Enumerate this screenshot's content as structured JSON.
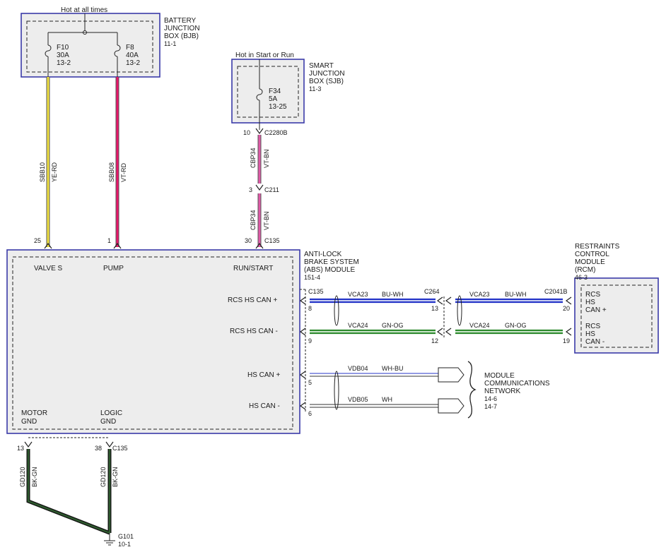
{
  "bjb": {
    "hot_label": "Hot at all times",
    "name_lines": [
      "BATTERY",
      "JUNCTION",
      "BOX (BJB)"
    ],
    "ref": "11-1",
    "fuse1": {
      "id": "F10",
      "rating": "30A",
      "ref": "13-2"
    },
    "fuse2": {
      "id": "F8",
      "rating": "40A",
      "ref": "13-2"
    }
  },
  "sjb": {
    "hot_label": "Hot in Start or Run",
    "name_lines": [
      "SMART",
      "JUNCTION",
      "BOX (SJB)"
    ],
    "ref": "11-3",
    "fuse": {
      "id": "F34",
      "rating": "5A",
      "ref": "13-25"
    }
  },
  "wires": {
    "valves": {
      "circuit": "SBB10",
      "color": "YE-RD",
      "pin": "25",
      "hex": "#f0e040"
    },
    "pump": {
      "circuit": "SBB08",
      "color": "VT-RD",
      "pin": "1",
      "hex": "#e8166a"
    },
    "runstart_upper": {
      "circuit": "CBP34",
      "color": "VT-BN",
      "hex": "#e05aa8"
    },
    "runstart_lower": {
      "circuit": "CBP34",
      "color": "VT-BN",
      "hex": "#e05aa8"
    },
    "gnd_motor": {
      "circuit": "GD120",
      "color": "BK-GN",
      "pin": "13",
      "hex": "#1f3a1f"
    },
    "gnd_logic": {
      "circuit": "GD120",
      "color": "BK-GN",
      "pin": "38",
      "hex": "#1f3a1f"
    },
    "rcs_can_plus_left": {
      "circuit": "VCA23",
      "color": "BU-WH",
      "pin_left": "8",
      "pin_right": "13",
      "hex": "#2434c8"
    },
    "rcs_can_plus_right": {
      "circuit": "VCA23",
      "color": "BU-WH",
      "pin_right": "20"
    },
    "rcs_can_minus_left": {
      "circuit": "VCA24",
      "color": "GN-OG",
      "pin_left": "9",
      "pin_right": "12",
      "hex": "#2e8a2e"
    },
    "rcs_can_minus_right": {
      "circuit": "VCA24",
      "color": "GN-OG",
      "pin_right": "19"
    },
    "hs_can_plus": {
      "circuit": "VDB04",
      "color": "WH-BU",
      "pin": "5"
    },
    "hs_can_minus": {
      "circuit": "VDB05",
      "color": "WH",
      "pin": "6"
    }
  },
  "connectors": {
    "c2280b": {
      "label": "C2280B",
      "pin": "10"
    },
    "c211": {
      "label": "C211",
      "pin": "3"
    },
    "c135_top": {
      "label": "C135",
      "pin": "30"
    },
    "c135_side": {
      "label": "C135"
    },
    "c264": {
      "label": "C264"
    },
    "c2041b": {
      "label": "C2041B"
    },
    "c135_bottom": {
      "label": "C135"
    }
  },
  "abs": {
    "name_lines": [
      "ANTI-LOCK",
      "BRAKE SYSTEM",
      "(ABS) MODULE"
    ],
    "ref": "151-4",
    "pins": {
      "valves": "VALVE S",
      "pump": "PUMP",
      "runstart": "RUN/START",
      "rcs_can_plus": "RCS HS CAN +",
      "rcs_can_minus": "RCS HS CAN -",
      "hs_can_plus": "HS CAN +",
      "hs_can_minus": "HS CAN -",
      "motor_gnd": [
        "MOTOR",
        "GND"
      ],
      "logic_gnd": [
        "LOGIC",
        "GND"
      ]
    }
  },
  "rcm": {
    "name_lines": [
      "RESTRAINTS",
      "CONTROL",
      "MODULE",
      "(RCM)"
    ],
    "ref": "46-3",
    "pin_plus": [
      "RCS",
      "HS",
      "CAN +"
    ],
    "pin_minus": [
      "RCS",
      "HS",
      "CAN -"
    ]
  },
  "network": {
    "name_lines": [
      "MODULE",
      "COMMUNICATIONS",
      "NETWORK"
    ],
    "refs": [
      "14-6",
      "14-7"
    ]
  },
  "ground": {
    "id": "G101",
    "ref": "10-1"
  }
}
